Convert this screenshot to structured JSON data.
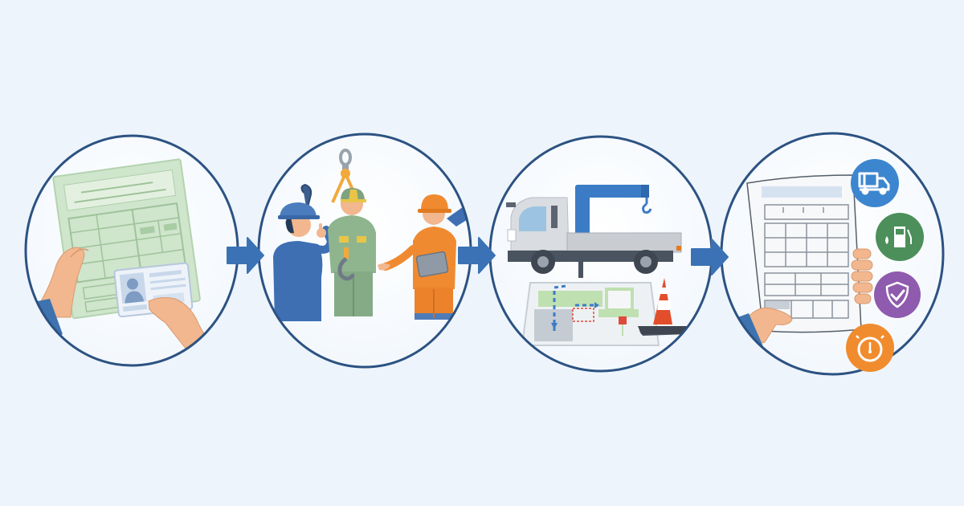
{
  "illustration": {
    "kind": "four-step process flow",
    "background_color": "#EDF4FB",
    "circle_border_color": "#2C5282",
    "circle_fill_color": "#FFFFFF",
    "arrow_color": "#3A72B5",
    "steps": [
      {
        "index": 1,
        "icon": "license-documents-icon",
        "description": "Hands holding a green application form and an ID / license card"
      },
      {
        "index": 2,
        "icon": "crane-crew-training-icon",
        "description": "Three workers in hard hats (blue, green, orange) discussing crane hook operation"
      },
      {
        "index": 3,
        "icon": "crane-truck-site-plan-icon",
        "description": "Truck-mounted crane, site plan with route arrows, and traffic cone"
      },
      {
        "index": 4,
        "icon": "inspection-checklist-icon",
        "description": "Hands holding an inspection checklist with four category badges"
      }
    ],
    "arrows": [
      {
        "from": 1,
        "to": 2,
        "icon": "arrow-right-icon"
      },
      {
        "from": 2,
        "to": 3,
        "icon": "arrow-right-icon"
      },
      {
        "from": 3,
        "to": 4,
        "icon": "arrow-right-icon"
      }
    ],
    "badges": [
      {
        "icon": "truck-icon",
        "color": "#3C86CF"
      },
      {
        "icon": "fuel-pump-icon",
        "color": "#4C8F5A"
      },
      {
        "icon": "shield-check-icon",
        "color": "#8E5BAE"
      },
      {
        "icon": "gauge-icon",
        "color": "#F08C2E"
      }
    ]
  }
}
